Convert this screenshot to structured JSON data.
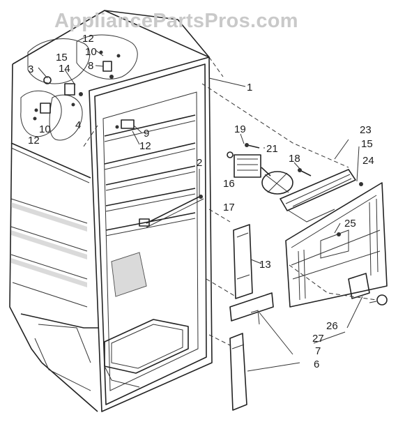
{
  "watermark": "AppliancePartsPros.com",
  "callouts": {
    "c1": "1",
    "c2": "2",
    "c3": "3",
    "c4": "4",
    "c6": "6",
    "c7": "7",
    "c8": "8",
    "c9": "9",
    "c10a": "10",
    "c10b": "10",
    "c12a": "12",
    "c12b": "12",
    "c12c": "12",
    "c13": "13",
    "c14": "14",
    "c15a": "15",
    "c15b": "15",
    "c16": "16",
    "c17": "17",
    "c18": "18",
    "c19": "19",
    "c21": "21",
    "c23": "23",
    "c24": "24",
    "c25": "25",
    "c26": "26",
    "c27": "27"
  }
}
